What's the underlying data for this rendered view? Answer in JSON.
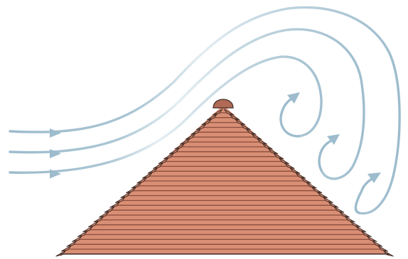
{
  "colors": {
    "airflow": "#9dbccd",
    "airflow_faded": "#e4eef3",
    "mound_fill": "#d98f75",
    "mound_layer_line": "#8a4e3d",
    "mound_outline": "#3f2a24",
    "cap_fill": "#b06a55",
    "edge_teeth_fill": "#d98f75",
    "background": "#ffffff"
  },
  "diagram": {
    "incoming_airflow_streams": 3,
    "vortex_eddies_downwind": 3,
    "mound_layers": 30
  }
}
